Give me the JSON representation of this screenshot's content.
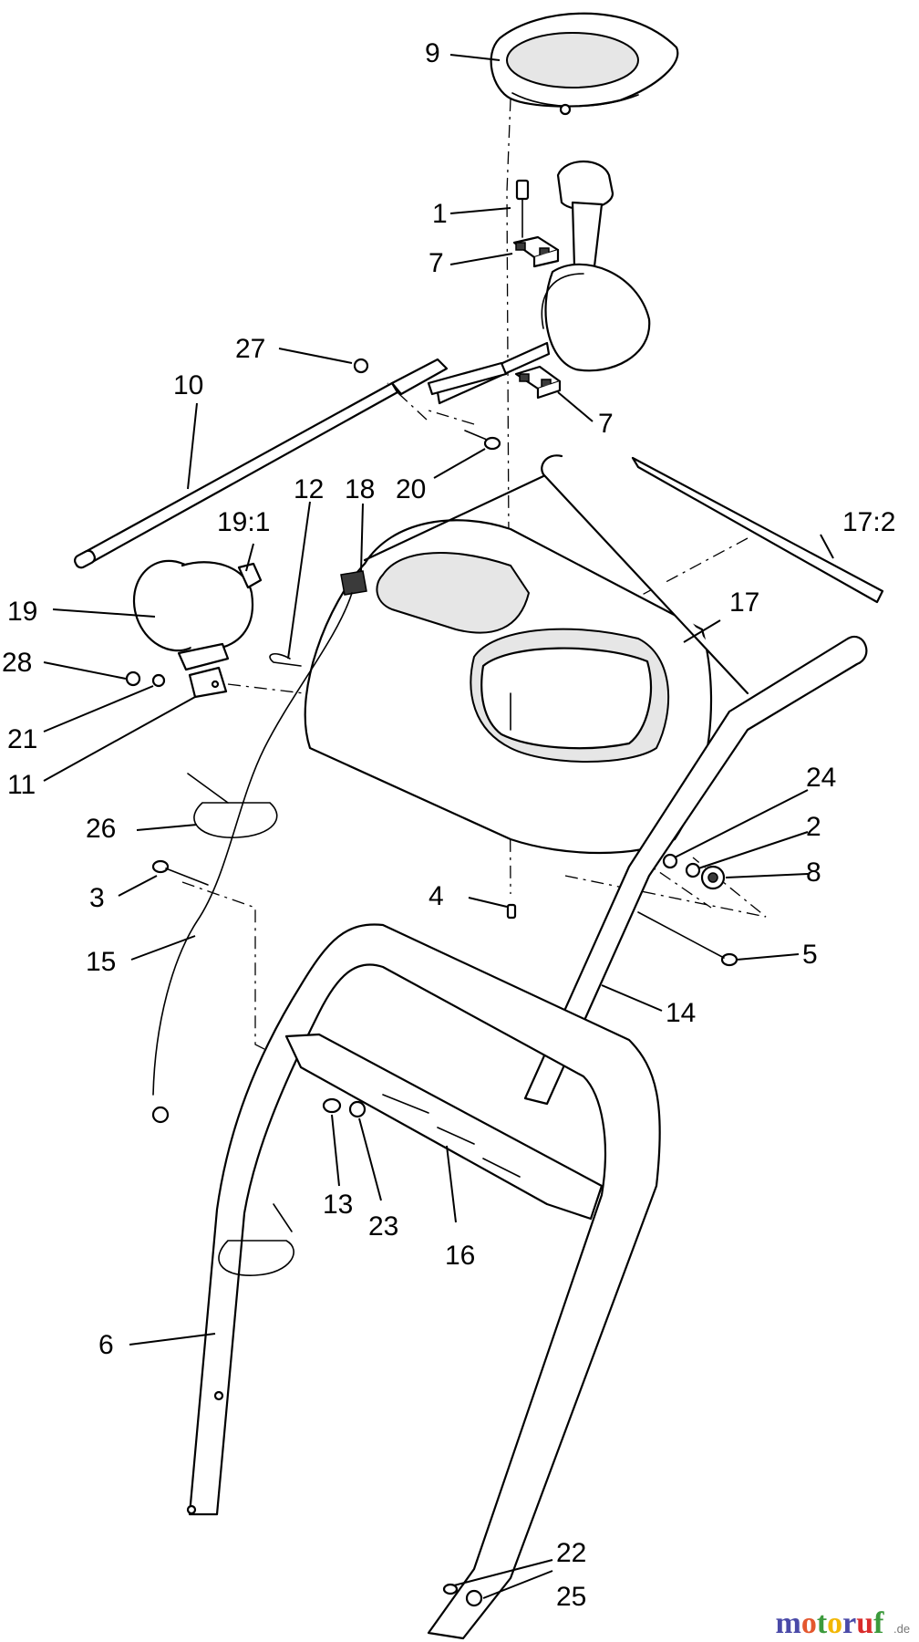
{
  "watermark": {
    "name": "motoruf",
    "suffix": ".de",
    "colors": [
      "#4a4aa8",
      "#e4572e",
      "#3c9a3c",
      "#f2b705",
      "#4a4aa8",
      "#d92b2b",
      "#3c9a3c"
    ]
  },
  "callouts": [
    {
      "id": "c9",
      "label": "9"
    },
    {
      "id": "c1",
      "label": "1"
    },
    {
      "id": "c7a",
      "label": "7"
    },
    {
      "id": "c27",
      "label": "27"
    },
    {
      "id": "c10",
      "label": "10"
    },
    {
      "id": "c7b",
      "label": "7"
    },
    {
      "id": "c20",
      "label": "20"
    },
    {
      "id": "c12",
      "label": "12"
    },
    {
      "id": "c18",
      "label": "18"
    },
    {
      "id": "c19_1",
      "label": "19:1"
    },
    {
      "id": "c17_2",
      "label": "17:2"
    },
    {
      "id": "c19",
      "label": "19"
    },
    {
      "id": "c17",
      "label": "17"
    },
    {
      "id": "c28",
      "label": "28"
    },
    {
      "id": "c21",
      "label": "21"
    },
    {
      "id": "c11",
      "label": "11"
    },
    {
      "id": "c24",
      "label": "24"
    },
    {
      "id": "c26",
      "label": "26"
    },
    {
      "id": "c2",
      "label": "2"
    },
    {
      "id": "c8",
      "label": "8"
    },
    {
      "id": "c3",
      "label": "3"
    },
    {
      "id": "c4",
      "label": "4"
    },
    {
      "id": "c15",
      "label": "15"
    },
    {
      "id": "c5",
      "label": "5"
    },
    {
      "id": "c14",
      "label": "14"
    },
    {
      "id": "c13",
      "label": "13"
    },
    {
      "id": "c23",
      "label": "23"
    },
    {
      "id": "c16",
      "label": "16"
    },
    {
      "id": "c6",
      "label": "6"
    },
    {
      "id": "c22",
      "label": "22"
    },
    {
      "id": "c25",
      "label": "25"
    }
  ]
}
